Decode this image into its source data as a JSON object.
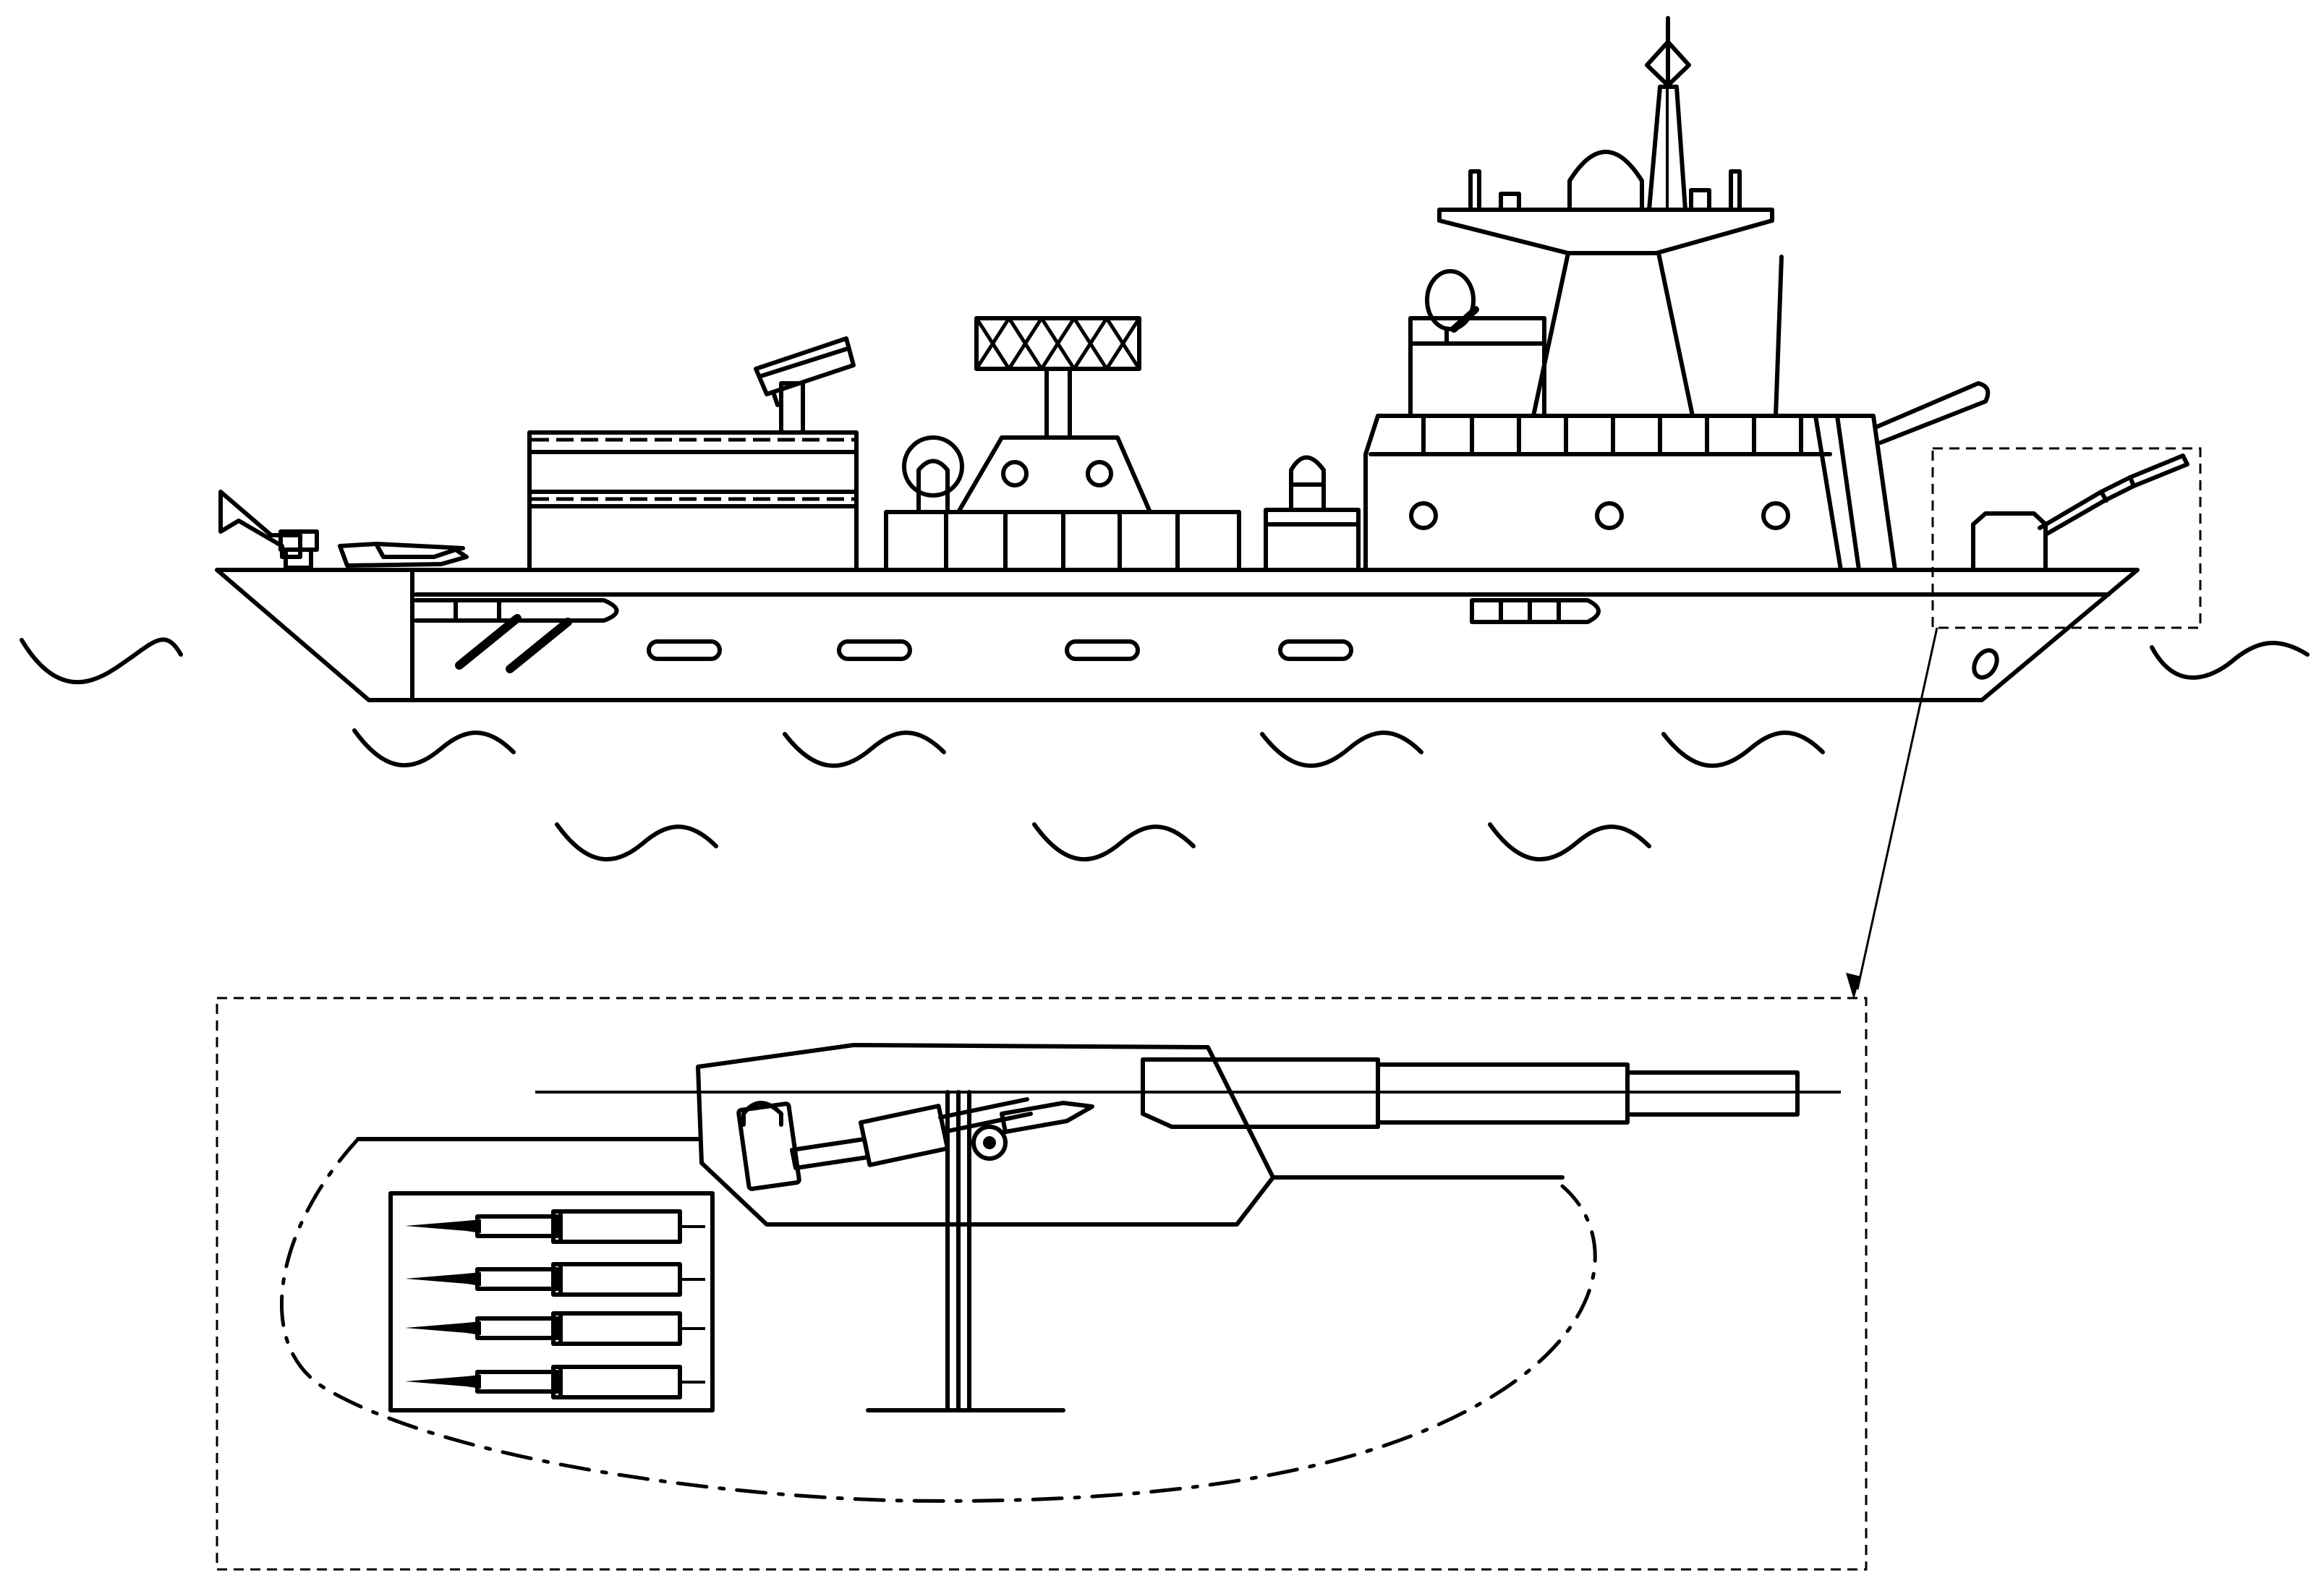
{
  "figure": {
    "subject": "warship-with-detail-callout",
    "colors": {
      "line": "#000000",
      "background": "#ffffff"
    },
    "parts": [
      "sea-waves",
      "hull",
      "bow-gun-turret",
      "bridge-superstructure",
      "main-mast",
      "radar-tower",
      "missile-launcher-block",
      "stern-crane",
      "detail-callout-frame",
      "callout-leader-arrow",
      "gun-mount-detail",
      "ammunition-magazine",
      "feed-boundary-chain-line"
    ],
    "magazine_round_count": 4,
    "hull_porthole_count": 4,
    "superstructure_window_count": 3
  }
}
